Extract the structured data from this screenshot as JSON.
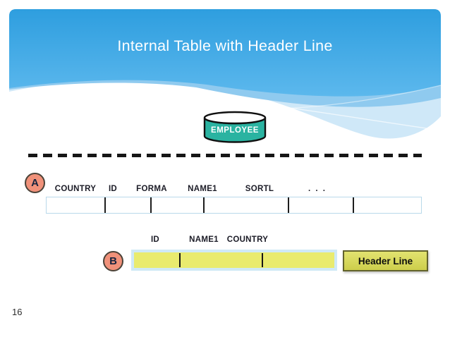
{
  "slide": {
    "title": "Internal Table with Header Line",
    "page_number": "16"
  },
  "colors": {
    "header_blue_top": "#2e9edf",
    "header_blue_bottom": "#5cb8ed",
    "wave_mid_blue": "#8fcaef",
    "wave_pale_blue": "#cfe8f8",
    "cylinder_teal": "#2ab3a1",
    "marker_fill": "#f0917a",
    "row_yellow": "#e9eb6e",
    "header_line_fill": "#d5d654",
    "header_line_border": "#62622c",
    "frame_light_blue": "#cfe9f6",
    "table_border_blue": "#b9d9ea"
  },
  "database": {
    "label": "EMPLOYEE"
  },
  "markers": {
    "a": "A",
    "b": "B"
  },
  "table_a": {
    "columns": [
      "COUNTRY",
      "ID",
      "FORMA",
      "NAME1",
      "SORTL",
      ". . ."
    ]
  },
  "table_b": {
    "columns": [
      "ID",
      "NAME1",
      "COUNTRY"
    ]
  },
  "callout": {
    "header_line": "Header Line"
  }
}
